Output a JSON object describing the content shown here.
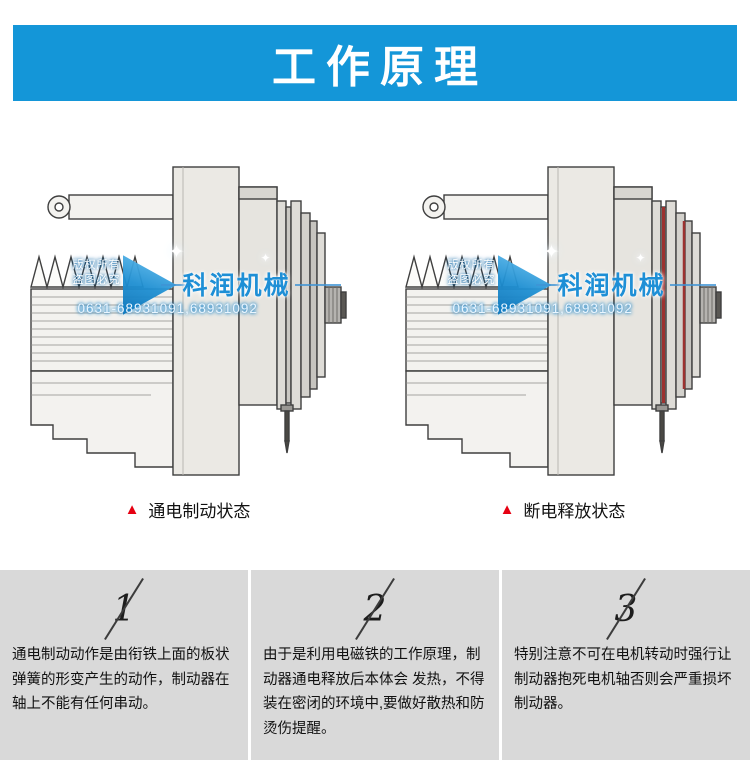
{
  "header": {
    "title": "工作原理",
    "bg_color": "#1496d8"
  },
  "watermark": {
    "copyright_line1": "版权所有",
    "copyright_line2": "盗图必究",
    "brand": "科润机械",
    "phone": "0631-68931091,68931092"
  },
  "diagrams": [
    {
      "caption": "通电制动状态"
    },
    {
      "caption": "断电释放状态"
    }
  ],
  "notes": [
    {
      "number": "1",
      "text": "通电制动动作是由衔铁上面的板状弹簧的形变产生的动作，制动器在轴上不能有任何串动。"
    },
    {
      "number": "2",
      "text": "由于是利用电磁铁的工作原理，制动器通电释放后本体会 发热，不得装在密闭的环境中,要做好散热和防烫伤提醒。"
    },
    {
      "number": "3",
      "text": "特别注意不可在电机转动时强行让制动器抱死电机轴否则会严重损坏制动器。"
    }
  ],
  "colors": {
    "accent_red": "#e60012",
    "watermark_blue": "#1e8fd6",
    "panel_gray": "#d9d9d9",
    "header_blue": "#1496d8"
  }
}
